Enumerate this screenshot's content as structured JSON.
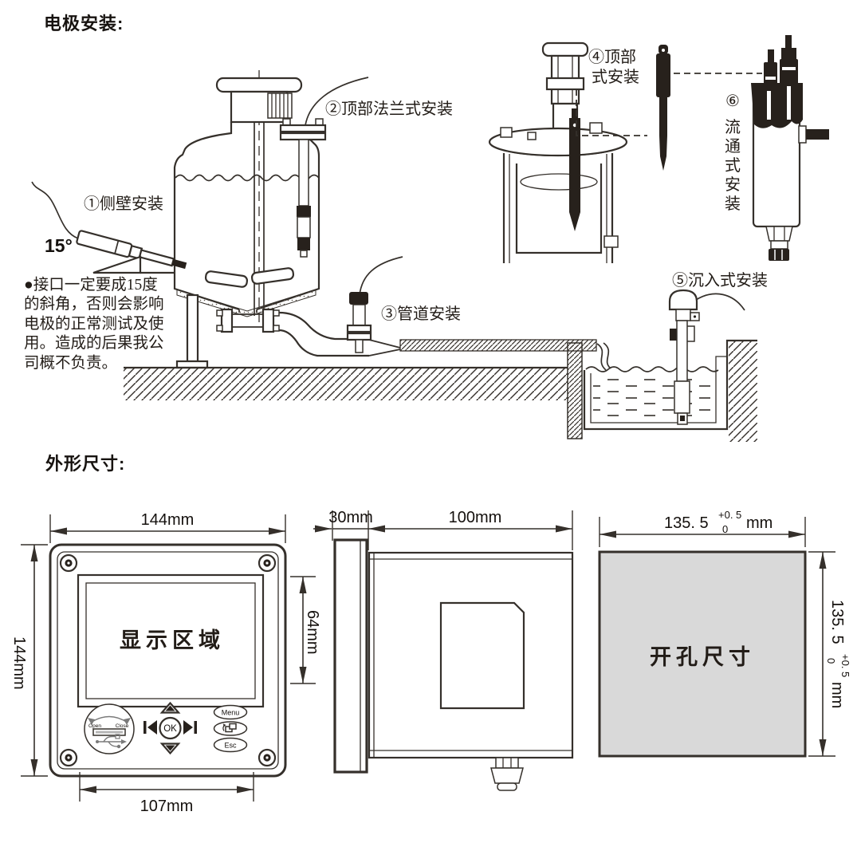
{
  "titles": {
    "installation": "电极安装:",
    "dimensions": "外形尺寸:"
  },
  "installation": {
    "labels": {
      "side_wall": "①侧壁安装",
      "angle": "15°",
      "top_flange": "②顶部法兰式安装",
      "pipeline": "③管道安装",
      "top_mount_l1": "④顶部",
      "top_mount_l2": "式安装",
      "immersion": "⑤沉入式安装",
      "flow_num": "⑥",
      "flow_chars": [
        "流",
        "通",
        "式",
        "安",
        "装"
      ]
    },
    "note_lines": [
      "●接口一定要成15度",
      "的斜角，否则会影响",
      "电极的正常测试及使",
      "用。造成的后果我公",
      "司概不负责。"
    ]
  },
  "dims": {
    "front": {
      "width_top": "144mm",
      "height_left": "144mm",
      "display_label": "显示区域",
      "display_height": "64mm",
      "keypad_width": "107mm",
      "dial_open": "Open",
      "dial_close": "Close",
      "ok": "OK",
      "menu": "Menu",
      "esc": "Esc"
    },
    "side": {
      "panel_depth": "30mm",
      "body_depth": "100mm"
    },
    "cutout": {
      "label": "开孔尺寸",
      "main": "135. 5",
      "tol_upper": "+0. 5",
      "tol_lower": "0",
      "unit": "mm"
    }
  },
  "colors": {
    "line": "#35302b",
    "gray_fill": "#d9d9d9"
  }
}
